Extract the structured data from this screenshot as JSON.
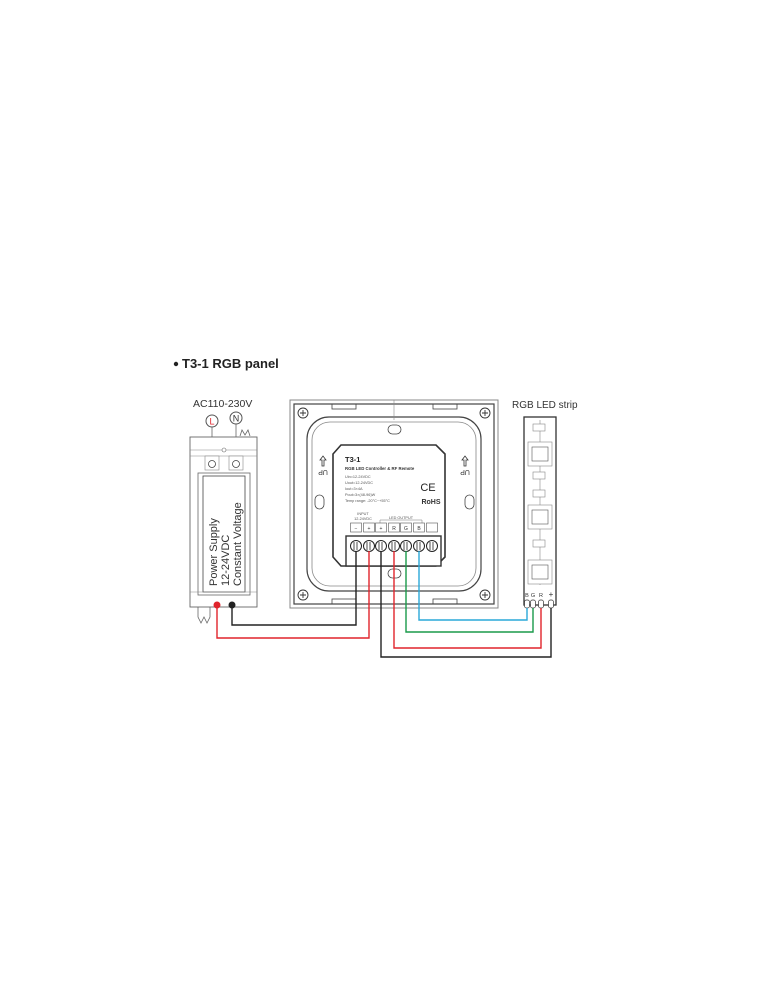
{
  "title": "T3-1  RGB panel",
  "power_supply": {
    "ac_label": "AC110-230V",
    "terminal_l": "L",
    "terminal_n": "N",
    "label_line1": "Power Supply",
    "label_line2": "12-24VDC",
    "label_line3": "Constant Voltage"
  },
  "panel": {
    "up_label": "UP",
    "model": "T3-1",
    "subtitle": "RGB LED Controller & RF Remote",
    "specs": [
      "Uin=12-24VDC",
      "Uout=12-24VDC",
      "Iout=3×4A",
      "Pout=3×(48-96)W",
      "Temp range: -20°C~+55°C"
    ],
    "ce_mark": "CE",
    "rohs": "RoHS",
    "input_label": "INPUT",
    "input_voltage": "12-24VDC",
    "output_label": "LED OUTPUT",
    "terminals": [
      "−",
      "+",
      "+",
      "R",
      "G",
      "B",
      ""
    ]
  },
  "strip": {
    "label": "RGB LED strip",
    "pins": [
      "B",
      "G",
      "R",
      "+"
    ]
  },
  "wire_colors": {
    "black": "#222222",
    "red": "#e0242c",
    "green": "#1a9a4a",
    "blue": "#2aa8d8"
  }
}
